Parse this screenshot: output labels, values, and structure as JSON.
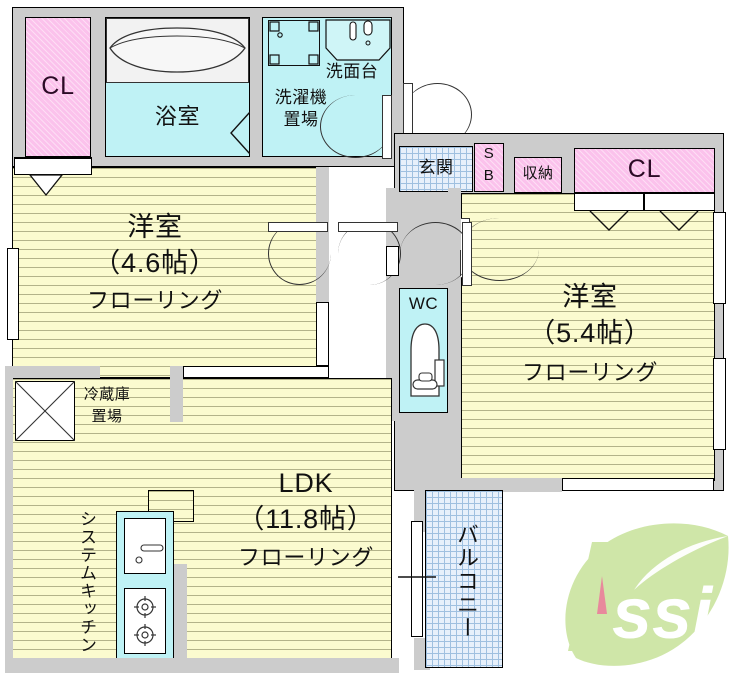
{
  "plan": {
    "title_note": "賃貸間取り図",
    "rooms": [
      {
        "key": "closet_left",
        "label": "CL"
      },
      {
        "key": "bathroom",
        "label": "浴室"
      },
      {
        "key": "washbasin",
        "label": "洗面台"
      },
      {
        "key": "laundry",
        "label": "洗濯機\n置場"
      },
      {
        "key": "entrance",
        "label": "玄関"
      },
      {
        "key": "shoebox",
        "label": "S\nB"
      },
      {
        "key": "storage",
        "label": "収納"
      },
      {
        "key": "closet_right",
        "label": "CL"
      },
      {
        "key": "wc",
        "label": "WC"
      },
      {
        "key": "western_room_1",
        "label": "洋室"
      },
      {
        "key": "western_room_2",
        "label": "洋室"
      },
      {
        "key": "ldk",
        "label": "LDK"
      },
      {
        "key": "balcony",
        "label": "バルコニー"
      },
      {
        "key": "fridge",
        "label": "冷蔵庫\n置場"
      },
      {
        "key": "kitchen",
        "label": "システムキッチン"
      }
    ],
    "labels": {
      "cl_left": "CL",
      "cl_right": "CL",
      "bathroom": "浴室",
      "washbasin": "洗面台",
      "laundry_1": "洗濯機",
      "laundry_2": "置場",
      "entrance": "玄関",
      "shoebox_1": "S",
      "shoebox_2": "B",
      "storage": "収納",
      "wc": "WC",
      "room1_name": "洋室",
      "room1_size": "（4.6帖）",
      "room1_floor": "フローリング",
      "room2_name": "洋室",
      "room2_size": "（5.4帖）",
      "room2_floor": "フローリング",
      "ldk_name": "LDK",
      "ldk_size": "（11.8帖）",
      "ldk_floor": "フローリング",
      "balcony": "バルコニー",
      "fridge_1": "冷蔵庫",
      "fridge_2": "置場",
      "kitchen": "システムキッチン"
    },
    "watermark": {
      "text": "Assist",
      "initial": "A"
    },
    "colors": {
      "wall": "#cccccc",
      "flooring": "#fbfbcf",
      "water_room": "#bff2f5",
      "closet": "#fbc2ec",
      "tile": "#e7f0fb",
      "logo_green": "#cfe6a8",
      "logo_pink": "#e8899c",
      "outline": "#000000"
    }
  }
}
